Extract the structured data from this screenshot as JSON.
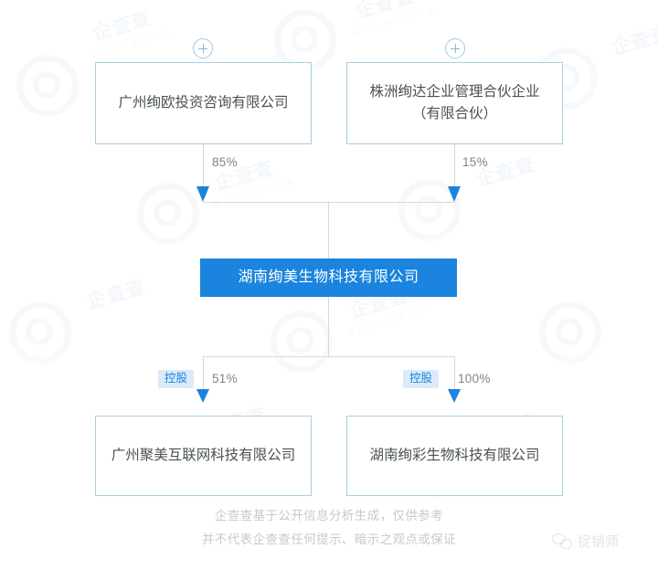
{
  "diagram": {
    "type": "ownership-structure-tree",
    "root": {
      "label": "湖南绚美生物科技有限公司",
      "fill_color": "#1a84de",
      "text_color": "#ffffff"
    },
    "shareholders": [
      {
        "label": "广州绚欧投资咨询有限公司",
        "percent": "85%",
        "expand_icon": "plus-circle-icon"
      },
      {
        "label": "株洲绚达企业管理合伙企业（有限合伙）",
        "percent": "15%",
        "expand_icon": "plus-circle-icon"
      }
    ],
    "subsidiaries": [
      {
        "label": "广州聚美互联网科技有限公司",
        "percent": "51%",
        "tag": "控股"
      },
      {
        "label": "湖南绚彩生物科技有限公司",
        "percent": "100%",
        "tag": "控股"
      }
    ],
    "accent_color": "#1a84de",
    "border_color": "#a8cfe0",
    "tag_bg_color": "#dcebf9"
  },
  "footer": {
    "line1": "企查查基于公开信息分析生成，仅供参考",
    "line2": "并不代表企查查任何提示、暗示之观点或保证"
  },
  "watermark": {
    "brand_text": "企查查",
    "brand_sub": "Q I C H A C H A",
    "corner_label": "捉销师",
    "corner_icon": "wechat-icon"
  }
}
